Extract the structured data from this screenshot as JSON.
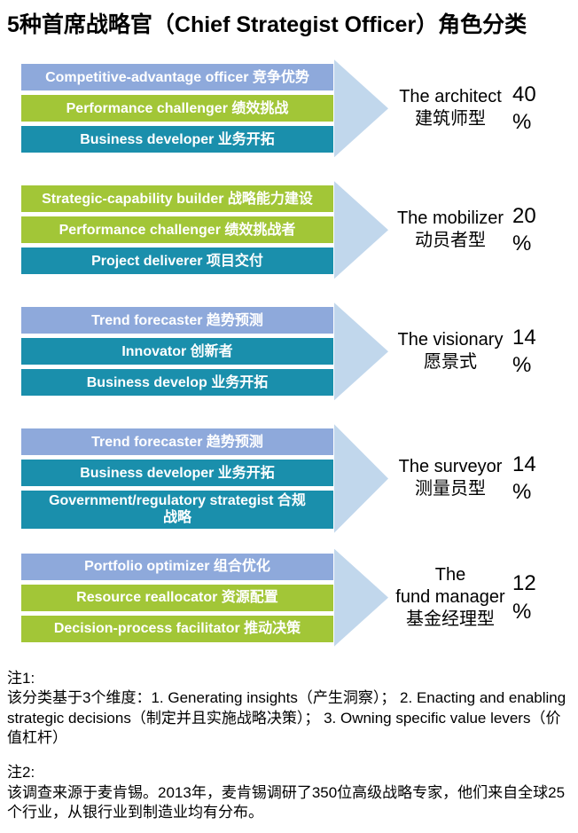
{
  "title": "5种首席战略官（Chief Strategist Officer）角色分类",
  "palette": {
    "bar_blue": "#8EA9DB",
    "bar_green": "#A2C637",
    "bar_teal": "#1A8FAC",
    "arrow": "#C1D7EC",
    "bar_text": "#FFFFFF"
  },
  "percent_sign": "%",
  "groups": [
    {
      "bars": [
        {
          "label": "Competitive-advantage officer 竞争优势",
          "color": "#8EA9DB"
        },
        {
          "label": "Performance challenger 绩效挑战",
          "color": "#A2C637"
        },
        {
          "label": "Business developer 业务开拓",
          "color": "#1A8FAC"
        }
      ],
      "type_label": "The architect\n建筑师型",
      "percent_value": "40"
    },
    {
      "bars": [
        {
          "label": "Strategic-capability builder 战略能力建设",
          "color": "#A2C637"
        },
        {
          "label": "Performance challenger 绩效挑战者",
          "color": "#A2C637"
        },
        {
          "label": "Project deliverer 项目交付",
          "color": "#1A8FAC"
        }
      ],
      "type_label": "The mobilizer\n动员者型",
      "percent_value": "20"
    },
    {
      "bars": [
        {
          "label": "Trend forecaster 趋势预测",
          "color": "#8EA9DB"
        },
        {
          "label": "Innovator 创新者",
          "color": "#1A8FAC"
        },
        {
          "label": "Business develop 业务开拓",
          "color": "#1A8FAC"
        }
      ],
      "type_label": "The visionary\n愿景式",
      "percent_value": "14"
    },
    {
      "bars": [
        {
          "label": "Trend forecaster 趋势预测",
          "color": "#8EA9DB"
        },
        {
          "label": "Business developer 业务开拓",
          "color": "#1A8FAC"
        },
        {
          "label": "Government/regulatory strategist 合规\n战略",
          "color": "#1A8FAC"
        }
      ],
      "type_label": "The surveyor\n测量员型",
      "percent_value": "14"
    },
    {
      "bars": [
        {
          "label": "Portfolio optimizer 组合优化",
          "color": "#8EA9DB"
        },
        {
          "label": "Resource reallocator 资源配置",
          "color": "#A2C637"
        },
        {
          "label": "Decision-process facilitator 推动决策",
          "color": "#A2C637"
        }
      ],
      "type_label": "The\nfund manager\n基金经理型",
      "percent_value": "12"
    }
  ],
  "notes": {
    "note1_label": "注1:",
    "note1_text": "该分类基于3个维度：1. Generating insights（产生洞察）； 2. Enacting and enabling strategic decisions（制定并且实施战略决策）； 3. Owning specific value levers（价值杠杆）",
    "note2_label": "注2:",
    "note2_text": "该调查来源于麦肯锡。2013年，麦肯锡调研了350位高级战略专家，他们来自全球25个行业，从银行业到制造业均有分布。"
  }
}
